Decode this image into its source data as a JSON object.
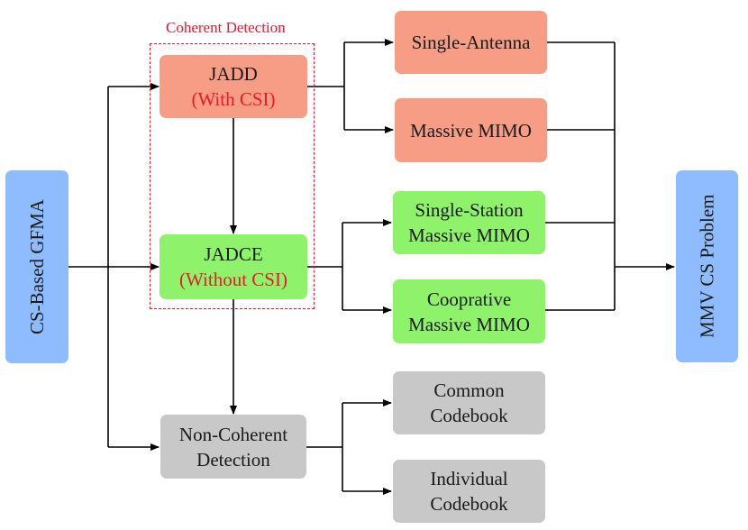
{
  "colors": {
    "salmon": "#f89d85",
    "green": "#8ef26a",
    "gray": "#c8c8c8",
    "blue": "#8fbcff",
    "accent_red": "#e8192c",
    "line": "#000000"
  },
  "nodes": {
    "cs_gfma": {
      "label": "CS-Based GFMA"
    },
    "coherent_caption": {
      "label": "Coherent Detection"
    },
    "jadd": {
      "line1": "JADD",
      "line2": "(With CSI)"
    },
    "jadce": {
      "line1": "JADCE",
      "line2": "(Without CSI)"
    },
    "noncoherent": {
      "line1": "Non-Coherent",
      "line2": "Detection"
    },
    "single_antenna": {
      "label": "Single-Antenna"
    },
    "massive_mimo": {
      "label": "Massive MIMO"
    },
    "single_station": {
      "line1": "Single-Station",
      "line2": "Massive MIMO"
    },
    "cooprative": {
      "line1": "Cooprative",
      "line2": "Massive MIMO"
    },
    "common_codebook": {
      "line1": "Common",
      "line2": "Codebook"
    },
    "individual_codebook": {
      "line1": "Individual",
      "line2": "Codebook"
    },
    "mmv": {
      "label": "MMV CS Problem"
    }
  }
}
